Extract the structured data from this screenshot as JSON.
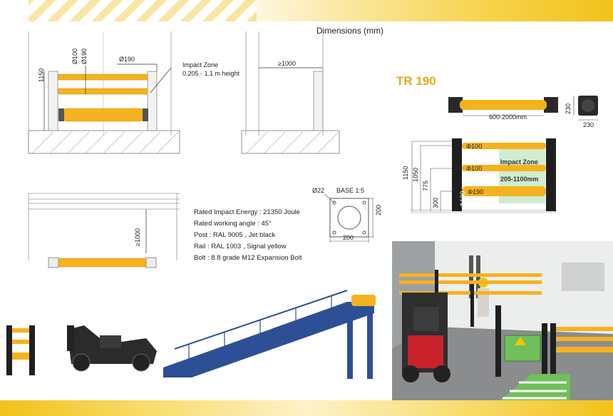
{
  "header": {
    "title": "Dimensions (mm)"
  },
  "product": {
    "name": "TR 190"
  },
  "front_view": {
    "dia_rail": "Ø100",
    "dia_post": "Ø190",
    "dia_post_top": "Ø190",
    "height": "1150",
    "impact_zone_title": "Impact Zone",
    "impact_zone_range": "0.205 - 1.1 m height"
  },
  "side_view": {
    "clearance": "≥1000"
  },
  "top_view": {
    "clearance": "≥1000"
  },
  "base": {
    "hole": "Ø22",
    "title": "BASE 1:5",
    "width": "200",
    "height": "200"
  },
  "specs": [
    "Rated Impact Energy : 21350 Joule",
    "Rated working angle : 45°",
    "Post : RAL 9005 , Jet black",
    "Rail : RAL 1003 , Signal yellow",
    "Bolt :  8.8 grade M12 Expansion Bolt"
  ],
  "render_top": {
    "length": "600-2000mm",
    "depth": "230",
    "width": "230"
  },
  "render_front": {
    "h1150": "1150",
    "h1050": "1050",
    "h775": "775",
    "h300": "300",
    "rail1": "Φ100",
    "rail2": "Φ100",
    "rail3": "Φ190",
    "post": "Φ190",
    "zone_title": "Impact Zone",
    "zone_range": "205-1100mm"
  },
  "colors": {
    "yellow": "#f5b21e",
    "black": "#1a1a1a",
    "accent": "#e0a91a",
    "steel_blue": "#2d4f96",
    "floor_green": "#6fbf5a"
  }
}
